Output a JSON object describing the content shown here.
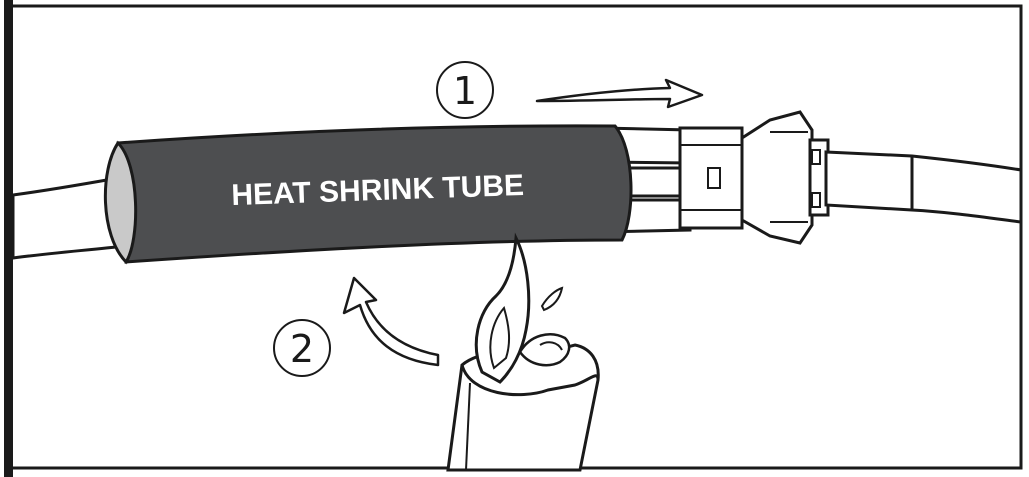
{
  "diagram": {
    "tube_label": "HEAT SHRINK TUBE",
    "steps": [
      {
        "number": "1"
      },
      {
        "number": "2"
      }
    ]
  },
  "colors": {
    "tube": "#4d4e50",
    "line": "#1a1a1a",
    "inner": "#c9c9c9",
    "background": "#ffffff"
  },
  "icons": [
    "arrow-right-icon",
    "arrow-curved-up-icon",
    "lighter-icon",
    "flame-icon",
    "connector-icon"
  ]
}
